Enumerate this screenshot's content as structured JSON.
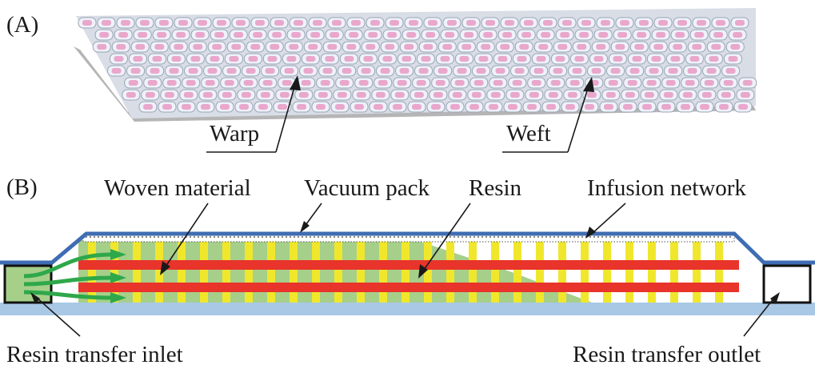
{
  "panel_a": {
    "tag": "(A)",
    "labels": {
      "warp": "Warp",
      "weft": "Weft"
    },
    "colors": {
      "yarn_light": "#eef2f8",
      "yarn_shade": "#9aa5b8",
      "yarn_pink": "#e9a7cc",
      "shadow": "#a9a9a9"
    }
  },
  "panel_b": {
    "tag": "(B)",
    "labels": {
      "woven_material": "Woven material",
      "vacuum_pack": "Vacuum pack",
      "resin": "Resin",
      "infusion_network": "Infusion network",
      "inlet": "Resin transfer inlet",
      "outlet": "Resin transfer outlet"
    },
    "colors": {
      "vacuum_bag": "#3f6db3",
      "base_plate": "#a8c8e6",
      "resin_fill": "#a6cf8a",
      "weft_bars": "#f0e72c",
      "warp_bars": "#e8342b",
      "flow_arrows": "#2ea84a",
      "network": "#888888"
    }
  }
}
